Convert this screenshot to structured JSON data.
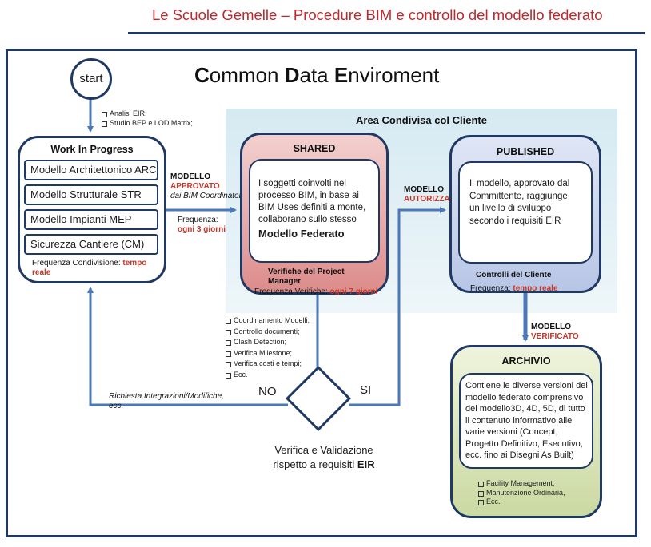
{
  "header": {
    "title": "Le Scuole Gemelle – Procedure BIM e controllo del modello federato"
  },
  "diagram": {
    "title_parts": [
      {
        "initial": "C",
        "rest": "ommon "
      },
      {
        "initial": "D",
        "rest": "ata "
      },
      {
        "initial": "E",
        "rest": "nviroment"
      }
    ],
    "start_label": "start",
    "start_notes": [
      "Analisi EIR;",
      "Studio BEP e LOD Matrix;"
    ],
    "shared_area_label": "Area Condivisa col Cliente",
    "wip": {
      "title": "Work In Progress",
      "items": [
        "Modello Architettonico ARC",
        "Modello Strutturale STR",
        "Modello Impianti MEP",
        "Sicurezza Cantiere (CM)"
      ],
      "frequency_label": "Frequenza Condivisione:",
      "frequency_value": "tempo reale"
    },
    "wip_to_shared": {
      "line1": "MODELLO",
      "line2": "APPROVATO",
      "line3": "dai BIM Coordinator",
      "freq_label": "Frequenza:",
      "freq_value": "ogni 3 giorni"
    },
    "shared": {
      "title": "SHARED",
      "text_lines": [
        "I soggetti coinvolti nel",
        "processo BIM, in base ai",
        "BIM Uses definiti a monte,",
        "collaborano sullo stesso"
      ],
      "text_bold": "Modello Federato",
      "check_title_1": "Verifiche del Project",
      "check_title_2": "Manager",
      "freq_label": "Frequenza Verifiche:",
      "freq_value": "ogni 7 giorni"
    },
    "shared_to_published": {
      "line1": "MODELLO",
      "line2": "AUTORIZZATO"
    },
    "published": {
      "title": "PUBLISHED",
      "text_lines": [
        "Il modello, approvato dal",
        "Committente,  raggiunge",
        "un livello di sviluppo",
        "secondo i requisiti EIR"
      ],
      "check_title": "Controlli del Cliente",
      "freq_label": "Frequenza:",
      "freq_value": "tempo reale"
    },
    "published_to_archive": {
      "line1": "MODELLO",
      "line2": "VERIFICATO"
    },
    "archive": {
      "title": "ARCHIVIO",
      "text_lines": [
        "Contiene le diverse versioni del",
        "modello federato comprensivo",
        "del modello3D, 4D, 5D, di tutto",
        "il contenuto informativo alle",
        "varie versioni (Concept,",
        "Progetto Definitivo, Esecutivo,",
        "ecc. fino ai Disegni As Built)"
      ],
      "notes": [
        "Facility Management;",
        "Manutenzione Ordinaria,",
        "Ecc."
      ]
    },
    "checks": [
      "Coordinamento Modelli;",
      "Controllo documenti;",
      "Clash Detection;",
      "Verifica Milestone;",
      "Verifica costi e tempi;",
      "Ecc."
    ],
    "decision": {
      "no_label": "NO",
      "yes_label": "SI",
      "caption_line1": "Verifica e Validazione",
      "caption_line2": "rispetto a requisiti",
      "caption_bold": "EIR"
    },
    "feedback_label_1": "Richiesta Integrazioni/Modifiche,",
    "feedback_label_2": "ecc."
  },
  "colors": {
    "accent_red": "#c0272d",
    "navy": "#1f3864",
    "arrow_blue": "#4a78b8"
  }
}
